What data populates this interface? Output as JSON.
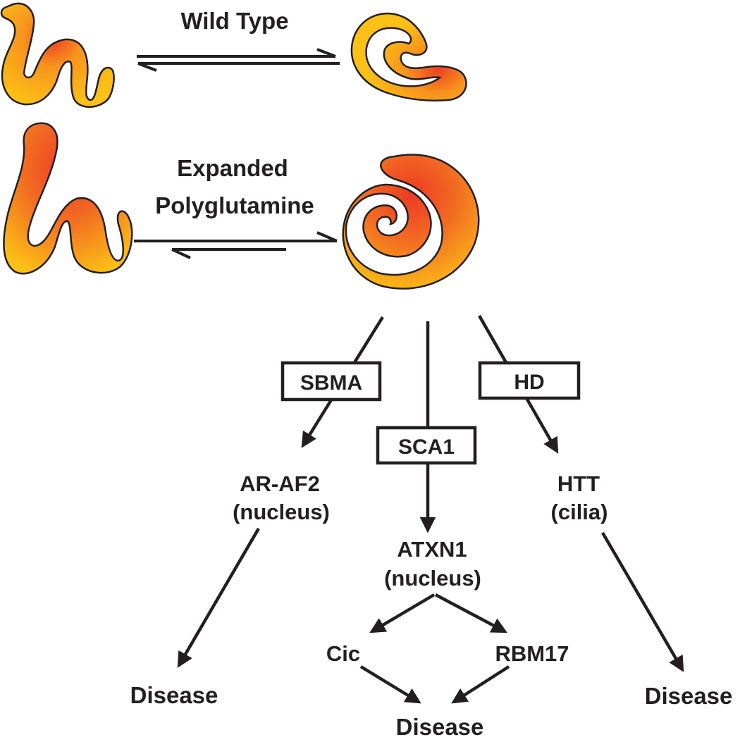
{
  "equilibria": {
    "wild_type": {
      "label": "Wild Type"
    },
    "expanded": {
      "label_line1": "Expanded",
      "label_line2": "Polyglutamine"
    }
  },
  "pathways": {
    "sbma": {
      "box": "SBMA",
      "target_line1": "AR-AF2",
      "target_line2": "(nucleus)",
      "outcome": "Disease"
    },
    "sca1": {
      "box": "SCA1",
      "target_line1": "ATXN1",
      "target_line2": "(nucleus)",
      "partners": [
        "Cic",
        "RBM17"
      ],
      "outcome": "Disease"
    },
    "hd": {
      "box": "HD",
      "target_line1": "HTT",
      "target_line2": "(cilia)",
      "outcome": "Disease"
    }
  },
  "colors": {
    "protein_outer": "#fbbf16",
    "protein_mid": "#f7941d",
    "protein_core": "#ef4123",
    "ink": "#231f20"
  }
}
